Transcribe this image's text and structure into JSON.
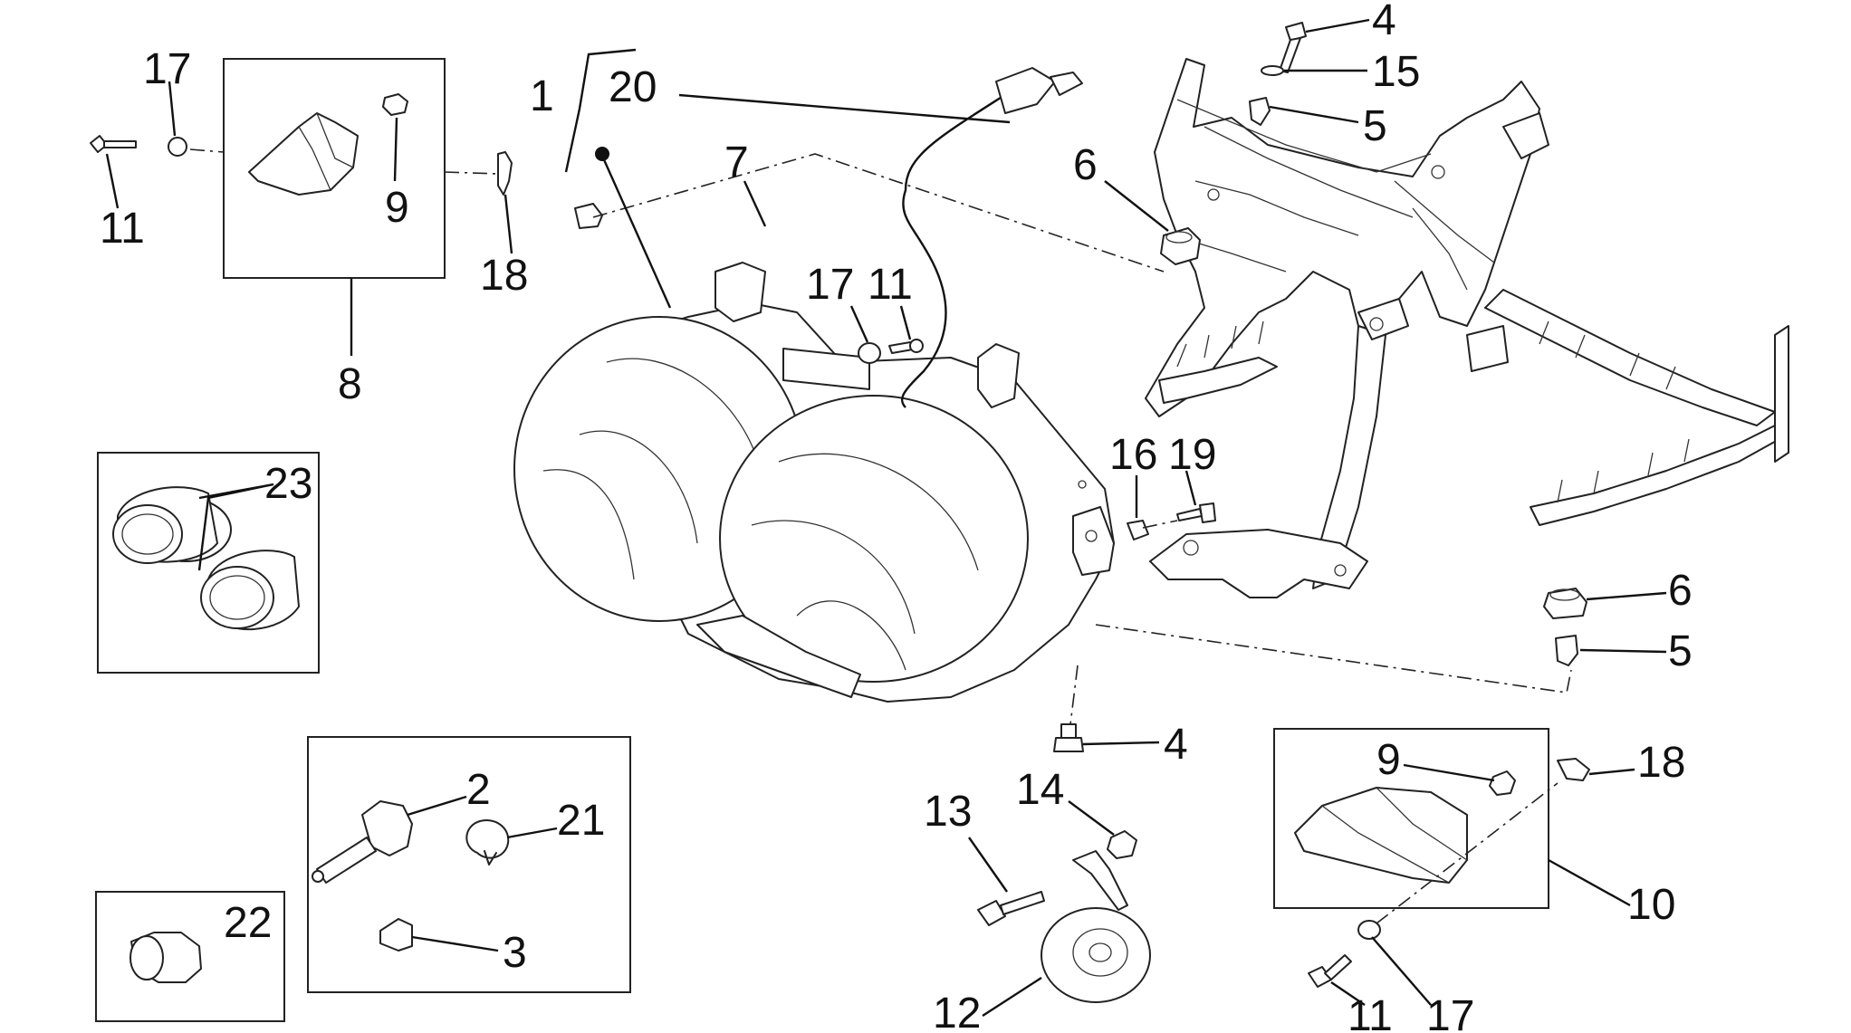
{
  "callouts": {
    "c1": "1",
    "c20": "20",
    "c17a": "17",
    "c11a": "11",
    "c9a": "9",
    "c18a": "18",
    "c8": "8",
    "c7": "7",
    "c17b": "17",
    "c11b": "11",
    "c6a": "6",
    "c4a": "4",
    "c15": "15",
    "c5a": "5",
    "c23": "23",
    "c16": "16",
    "c19": "19",
    "c6b": "6",
    "c5b": "5",
    "c4b": "4",
    "c2": "2",
    "c21": "21",
    "c3": "3",
    "c22": "22",
    "c13": "13",
    "c14": "14",
    "c12": "12",
    "c9b": "9",
    "c18b": "18",
    "c10": "10",
    "c11c": "11",
    "c17c": "17"
  }
}
